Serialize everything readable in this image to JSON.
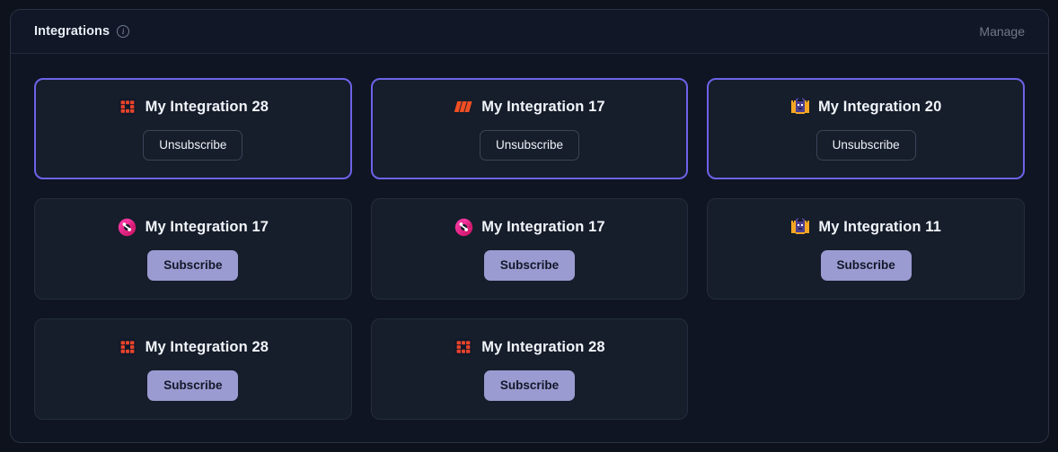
{
  "header": {
    "title": "Integrations",
    "info_icon": "info-icon",
    "manage_label": "Manage"
  },
  "colors": {
    "page_background": "#0d121c",
    "panel_background": "#0f1522",
    "card_background": "#161d2b",
    "card_border": "#242d3f",
    "selected_border": "#6c63e8",
    "subscribe_button": "#9a9bd0",
    "title_text": "#f2f5fa",
    "manage_text": "#6f7889"
  },
  "cards": [
    {
      "title": "My Integration 28",
      "icon": "red-grid-icon",
      "selected": true,
      "action": "Unsubscribe",
      "action_type": "unsubscribe"
    },
    {
      "title": "My Integration 17",
      "icon": "orange-stripes-icon",
      "selected": true,
      "action": "Unsubscribe",
      "action_type": "unsubscribe"
    },
    {
      "title": "My Integration 20",
      "icon": "pixel-cat-icon",
      "selected": true,
      "action": "Unsubscribe",
      "action_type": "unsubscribe"
    },
    {
      "title": "My Integration 17",
      "icon": "pink-swirl-icon",
      "selected": false,
      "action": "Subscribe",
      "action_type": "subscribe"
    },
    {
      "title": "My Integration 17",
      "icon": "pink-swirl-icon",
      "selected": false,
      "action": "Subscribe",
      "action_type": "subscribe"
    },
    {
      "title": "My Integration 11",
      "icon": "pixel-cat-icon",
      "selected": false,
      "action": "Subscribe",
      "action_type": "subscribe"
    },
    {
      "title": "My Integration 28",
      "icon": "red-grid-icon",
      "selected": false,
      "action": "Subscribe",
      "action_type": "subscribe"
    },
    {
      "title": "My Integration 28",
      "icon": "red-grid-icon",
      "selected": false,
      "action": "Subscribe",
      "action_type": "subscribe"
    }
  ]
}
